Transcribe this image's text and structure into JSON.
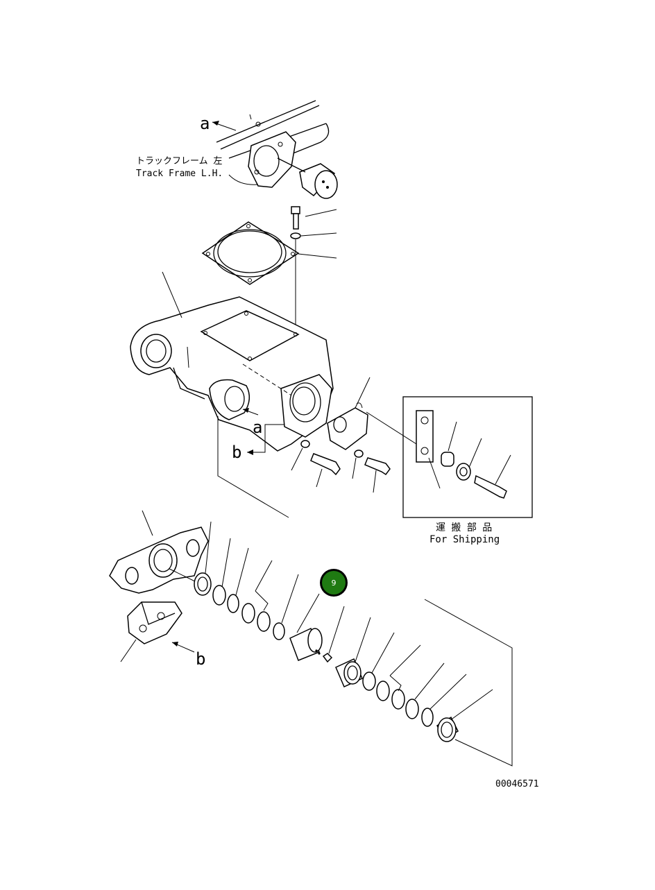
{
  "track_frame_label": {
    "jp": "トラックフレーム 左",
    "en": "Track Frame L.H."
  },
  "shipping_label": {
    "jp": "運 搬 部 品",
    "en": "For Shipping"
  },
  "view_letters": [
    "a",
    "a",
    "b",
    "b"
  ],
  "callout_badge": {
    "number": "9",
    "color": "#1f7a12"
  },
  "drawing_number": "00046571"
}
